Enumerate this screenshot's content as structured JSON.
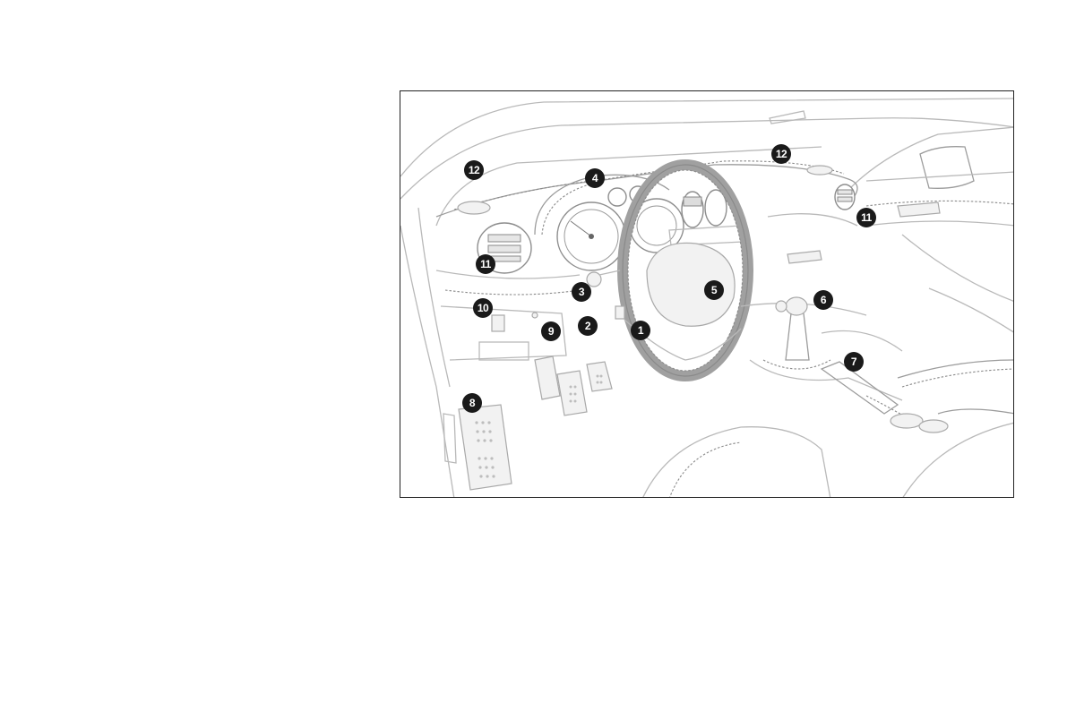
{
  "callouts": [
    {
      "id": "callout-1",
      "label": "1"
    },
    {
      "id": "callout-2",
      "label": "2"
    },
    {
      "id": "callout-3",
      "label": "3"
    },
    {
      "id": "callout-4",
      "label": "4"
    },
    {
      "id": "callout-5",
      "label": "5"
    },
    {
      "id": "callout-6",
      "label": "6"
    },
    {
      "id": "callout-7",
      "label": "7"
    },
    {
      "id": "callout-8",
      "label": "8"
    },
    {
      "id": "callout-9",
      "label": "9"
    },
    {
      "id": "callout-10",
      "label": "10"
    },
    {
      "id": "callout-11-left",
      "label": "11"
    },
    {
      "id": "callout-11-right",
      "label": "11"
    },
    {
      "id": "callout-12-left",
      "label": "12"
    },
    {
      "id": "callout-12-right",
      "label": "12"
    }
  ],
  "colors": {
    "line": "#b9b9b9",
    "badge": "#1a1a1a",
    "frame": "#222222"
  }
}
